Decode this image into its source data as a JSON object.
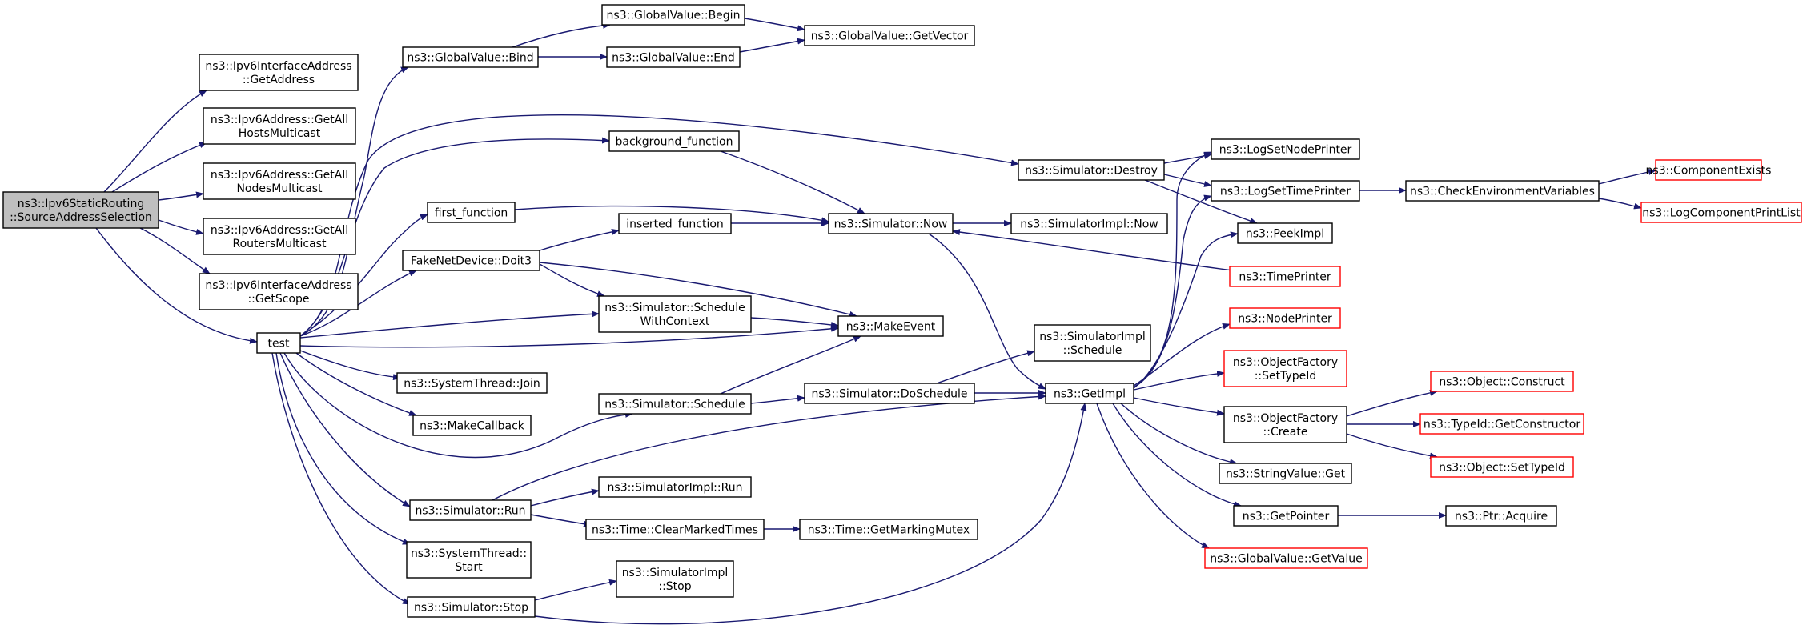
{
  "colors": {
    "edge": "#191970",
    "node_border": "#000000",
    "missing_doc_border": "#ff0000",
    "root_fill": "#bfbfbf"
  },
  "nodes": {
    "root": [
      "ns3::Ipv6StaticRouting",
      "::SourceAddressSelection"
    ],
    "ipv6if_getaddress": [
      "ns3::Ipv6InterfaceAddress",
      "::GetAddress"
    ],
    "ipv6addr_allhosts": [
      "ns3::Ipv6Address::GetAll",
      "HostsMulticast"
    ],
    "ipv6addr_allnodes": [
      "ns3::Ipv6Address::GetAll",
      "NodesMulticast"
    ],
    "ipv6addr_allrouters": [
      "ns3::Ipv6Address::GetAll",
      "RoutersMulticast"
    ],
    "ipv6if_getscope": [
      "ns3::Ipv6InterfaceAddress",
      "::GetScope"
    ],
    "test": [
      "test"
    ],
    "gv_bind": [
      "ns3::GlobalValue::Bind"
    ],
    "gv_begin": [
      "ns3::GlobalValue::Begin"
    ],
    "gv_end": [
      "ns3::GlobalValue::End"
    ],
    "gv_getvector": [
      "ns3::GlobalValue::GetVector"
    ],
    "background_function": [
      "background_function"
    ],
    "first_function": [
      "first_function"
    ],
    "inserted_function": [
      "inserted_function"
    ],
    "fakenet_doit3": [
      "FakeNetDevice::Doit3"
    ],
    "sim_schedule_wc": [
      "ns3::Simulator::Schedule",
      "WithContext"
    ],
    "systhread_join": [
      "ns3::SystemThread::Join"
    ],
    "makecallback": [
      "ns3::MakeCallback"
    ],
    "sim_schedule": [
      "ns3::Simulator::Schedule"
    ],
    "sim_run": [
      "ns3::Simulator::Run"
    ],
    "systhread_start": [
      "ns3::SystemThread::",
      "Start"
    ],
    "sim_stop": [
      "ns3::Simulator::Stop"
    ],
    "simimpl_run": [
      "ns3::SimulatorImpl::Run"
    ],
    "time_clear": [
      "ns3::Time::ClearMarkedTimes"
    ],
    "time_mutex": [
      "ns3::Time::GetMarkingMutex"
    ],
    "simimpl_stop": [
      "ns3::SimulatorImpl",
      "::Stop"
    ],
    "sim_now": [
      "ns3::Simulator::Now"
    ],
    "simimpl_now": [
      "ns3::SimulatorImpl::Now"
    ],
    "makeevent": [
      "ns3::MakeEvent"
    ],
    "sim_doschedule": [
      "ns3::Simulator::DoSchedule"
    ],
    "simimpl_schedule": [
      "ns3::SimulatorImpl",
      "::Schedule"
    ],
    "getimpl": [
      "ns3::GetImpl"
    ],
    "sim_destroy": [
      "ns3::Simulator::Destroy"
    ],
    "log_nodeprinter": [
      "ns3::LogSetNodePrinter"
    ],
    "log_timeprinter": [
      "ns3::LogSetTimePrinter"
    ],
    "peekimpl": [
      "ns3::PeekImpl"
    ],
    "timeprinter": [
      "ns3::TimePrinter"
    ],
    "nodeprinter": [
      "ns3::NodePrinter"
    ],
    "of_settypeid": [
      "ns3::ObjectFactory",
      "::SetTypeId"
    ],
    "of_create": [
      "ns3::ObjectFactory",
      "::Create"
    ],
    "stringvalue_get": [
      "ns3::StringValue::Get"
    ],
    "getpointer": [
      "ns3::GetPointer"
    ],
    "gv_getvalue": [
      "ns3::GlobalValue::GetValue"
    ],
    "check_env": [
      "ns3::CheckEnvironmentVariables"
    ],
    "component_exists": [
      "ns3::ComponentExists"
    ],
    "logcomp_printlist": [
      "ns3::LogComponentPrintList"
    ],
    "obj_construct": [
      "ns3::Object::Construct"
    ],
    "typeid_getctor": [
      "ns3::TypeId::GetConstructor"
    ],
    "obj_settypeid": [
      "ns3::Object::SetTypeId"
    ],
    "ptr_acquire": [
      "ns3::Ptr::Acquire"
    ]
  }
}
